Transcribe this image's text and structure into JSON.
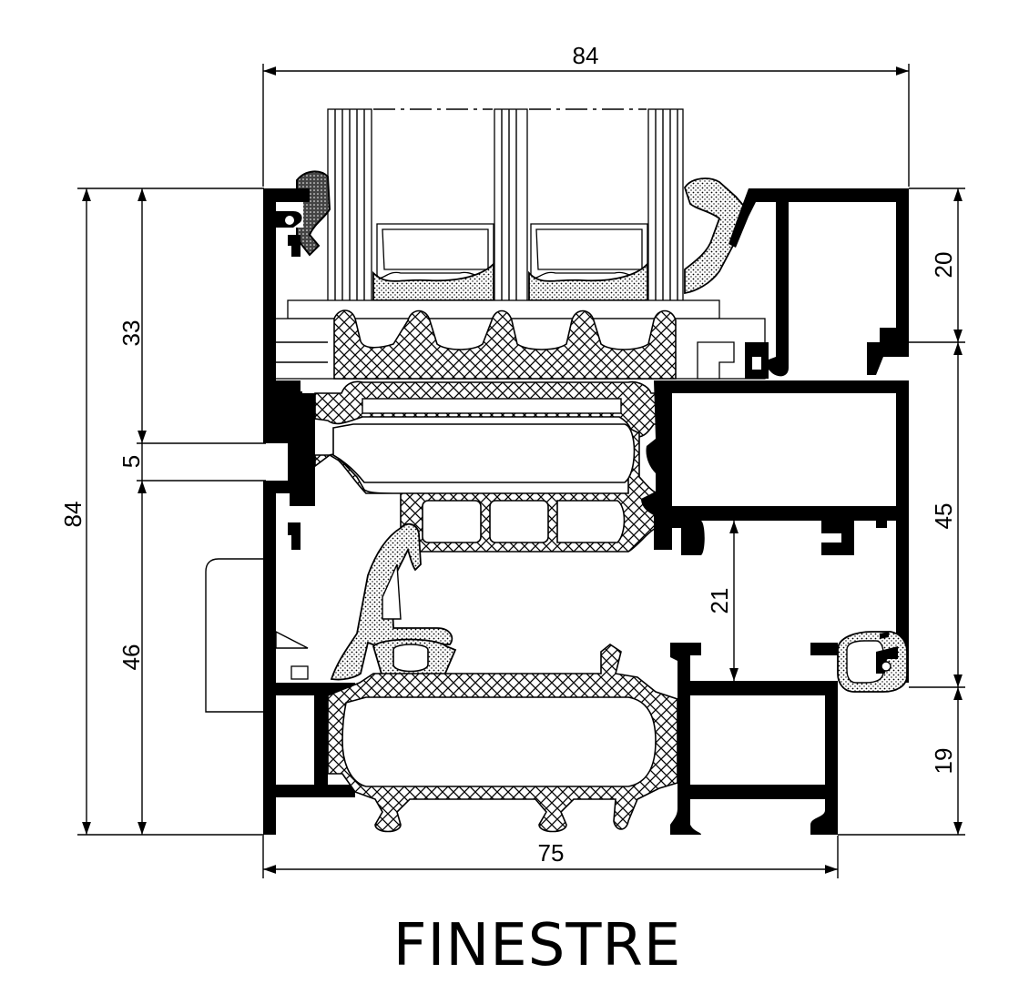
{
  "title": "FINESTRE",
  "dimensions": {
    "top_overall": "84",
    "bottom_width": "75",
    "left_overall_height": "84",
    "left_upper": "33",
    "left_gap": "5",
    "left_lower": "46",
    "right_top": "20",
    "right_middle": "45",
    "right_bottom": "19",
    "inner_depth": "21"
  }
}
